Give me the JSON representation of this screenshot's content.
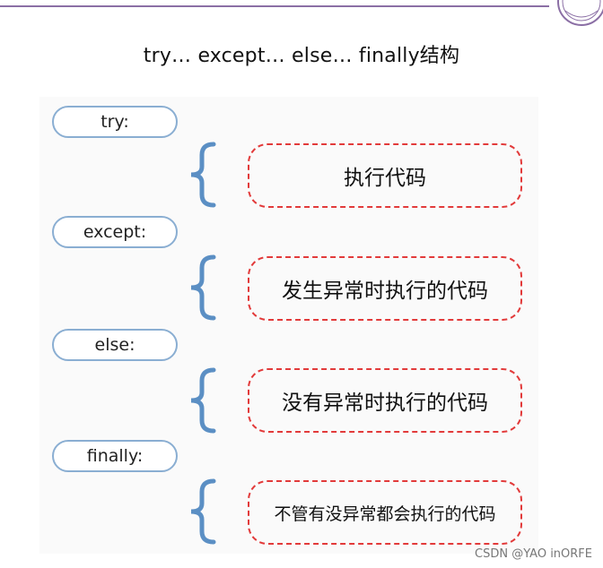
{
  "title": "try… except… else… finally结构",
  "blocks": [
    {
      "keyword": "try:",
      "description": "执行代码"
    },
    {
      "keyword": "except:",
      "description": "发生异常时执行的代码"
    },
    {
      "keyword": "else:",
      "description": "没有异常时执行的代码"
    },
    {
      "keyword": "finally:",
      "description": "不管有没异常都会执行的代码"
    }
  ],
  "watermark": "CSDN @YAO inORFE",
  "colors": {
    "pill_border": "#8aaed2",
    "brace": "#5b8fc4",
    "dashed_border": "#e23a3a",
    "top_rule": "#8b6fa5"
  }
}
